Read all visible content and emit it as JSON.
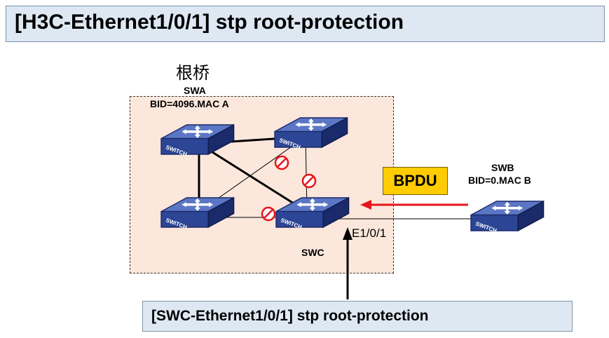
{
  "title": "[H3C-Ethernet1/0/1] stp root-protection",
  "root_bridge_label": "根桥",
  "switches": {
    "swa": {
      "name": "SWA",
      "bid": "BID=4096.MAC A",
      "icon_text": "SWITCH"
    },
    "sw_top_right": {
      "icon_text": "SWITCH"
    },
    "sw_bottom_left": {
      "icon_text": "SWITCH"
    },
    "swc": {
      "name": "SWC",
      "icon_text": "SWITCH"
    },
    "swb": {
      "name": "SWB",
      "bid": "BID=0.MAC B",
      "icon_text": "SWITCH"
    }
  },
  "port_label": "E1/0/1",
  "bpdu_label": "BPDU",
  "command": "[SWC-Ethernet1/0/1] stp root-protection",
  "colors": {
    "title_bg": "#dde8f3",
    "domain_bg": "#fbe7db",
    "bpdu_bg": "#ffcc00",
    "arrow": "#e8141b",
    "block_icon": "#e8141b",
    "switch_top": "#3a56a8",
    "switch_side": "#1a2a6b"
  },
  "icons": [
    "switch-icon",
    "blocked-port-icon",
    "arrow-icon"
  ]
}
